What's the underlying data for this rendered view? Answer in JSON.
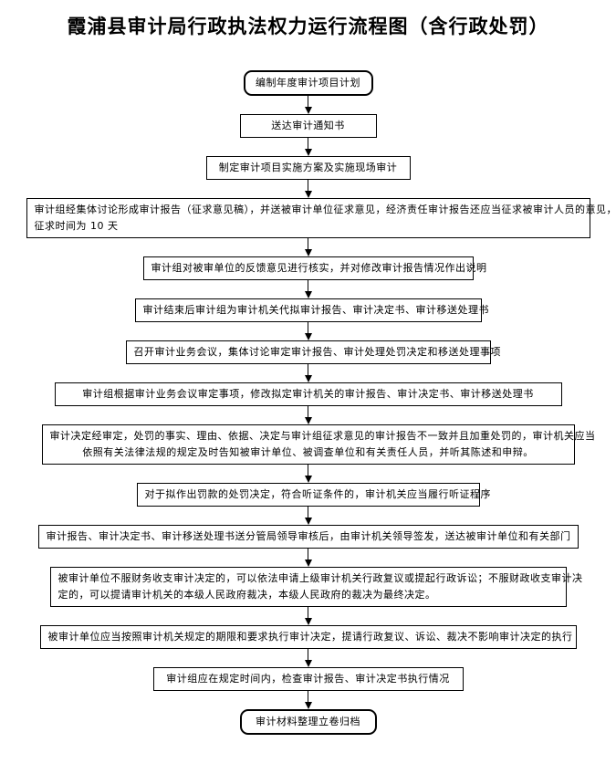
{
  "title": "霞浦县审计局行政执法权力运行流程图（含行政处罚）",
  "flow": {
    "nodes": [
      {
        "shape": "rounded",
        "text": "编制年度审计项目计划"
      },
      {
        "shape": "rect",
        "text": "送达审计通知书"
      },
      {
        "shape": "rect",
        "text": "制定审计项目实施方案及实施现场审计"
      },
      {
        "shape": "rect",
        "align": "left",
        "lines": [
          "审计组经集体讨论形成审计报告（征求意见稿），并送被审计单位征求意见，经济责任审计报告还应当征求被审计人员的意见，",
          "征求时间为 10 天"
        ]
      },
      {
        "shape": "rect",
        "text": "审计组对被审单位的反馈意见进行核实，并对修改审计报告情况作出说明"
      },
      {
        "shape": "rect",
        "text": "审计结束后审计组为审计机关代拟审计报告、审计决定书、审计移送处理书"
      },
      {
        "shape": "rect",
        "text": "召开审计业务会议，集体讨论审定审计报告、审计处理处罚决定和移送处理事项"
      },
      {
        "shape": "rect",
        "text": "审计组根据审计业务会议审定事项，修改拟定审计机关的审计报告、审计决定书、审计移送处理书"
      },
      {
        "shape": "rect",
        "align": "center",
        "lines": [
          "审计决定经审定，处罚的事实、理由、依据、决定与审计组征求意见的审计报告不一致并且加重处罚的，审计机关应当",
          "依照有关法律法规的规定及时告知被审计单位、被调查单位和有关责任人员，并听其陈述和申辩。"
        ]
      },
      {
        "shape": "rect",
        "text": "对于拟作出罚款的处罚决定，符合听证条件的，审计机关应当履行听证程序"
      },
      {
        "shape": "rect",
        "text": "审计报告、审计决定书、审计移送处理书送分管局领导审核后，由审计机关领导签发，送达被审计单位和有关部门"
      },
      {
        "shape": "rect",
        "align": "left",
        "lines": [
          "被审计单位不服财务收支审计决定的，可以依法申请上级审计机关行政复议或提起行政诉讼；不服财政收支审计决",
          "定的，可以提请审计机关的本级人民政府裁决，本级人民政府的裁决为最终决定。"
        ]
      },
      {
        "shape": "rect",
        "text": "被审计单位应当按照审计机关规定的期限和要求执行审计决定，提请行政复议、诉讼、裁决不影响审计决定的执行"
      },
      {
        "shape": "rect",
        "text": "审计组应在规定时间内，检查审计报告、审计决定书执行情况"
      },
      {
        "shape": "rounded",
        "text": "审计材料整理立卷归档"
      }
    ]
  }
}
